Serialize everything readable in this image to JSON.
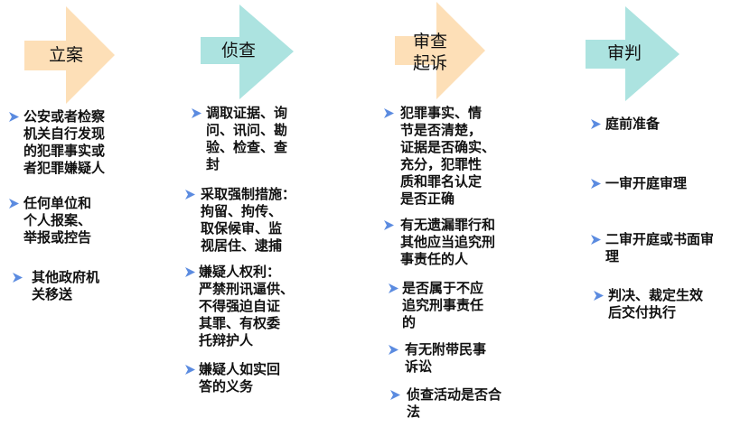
{
  "colors": {
    "peach": "#FDDFB7",
    "teal": "#ACE3E0",
    "bullet": "#5B8BE0"
  },
  "stages": [
    {
      "title": "立案",
      "color": "peach",
      "items": [
        "公安或者检察\n机关自行发现\n的犯罪事实或\n者犯罪嫌疑人",
        "任何单位和\n个人报案、\n举报或控告",
        "其他政府机\n关移送"
      ]
    },
    {
      "title": "侦查",
      "color": "teal",
      "items": [
        "调取证据、询\n问、讯问、勘\n验、检查、查\n封",
        "采取强制措施：\n拘留、拘传、\n取保候审、监\n视居住、逮捕",
        "嫌疑人权利：\n严禁刑讯逼供、\n不得强迫自证\n其罪、有权委\n托辩护人",
        "嫌疑人如实回\n答的义务"
      ]
    },
    {
      "title": "审查\n起诉",
      "color": "peach",
      "items": [
        "犯罪事实、情\n节是否清楚，\n证据是否确实、\n充分，犯罪性\n质和罪名认定\n是否正确",
        "有无遗漏罪行和\n其他应当追究刑\n事责任的人",
        "是否属于不应\n追究刑事责任\n的",
        "有无附带民事\n诉讼",
        "侦查活动是否合\n法"
      ]
    },
    {
      "title": "审判",
      "color": "teal",
      "items": [
        "庭前准备",
        "一审开庭审理",
        "二审开庭或书面审\n理",
        "判决、裁定生效\n后交付执行"
      ]
    }
  ]
}
